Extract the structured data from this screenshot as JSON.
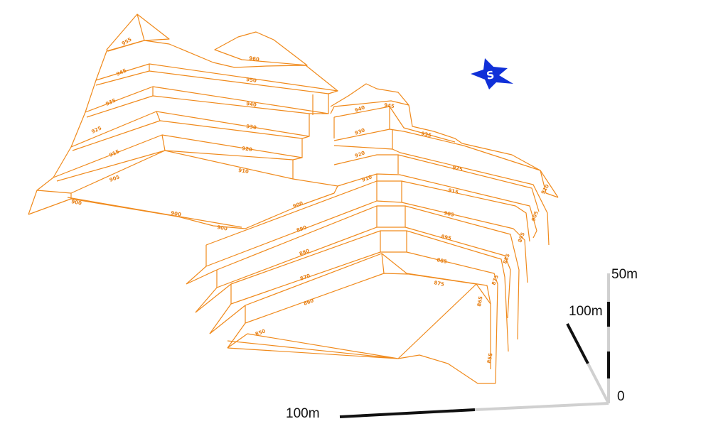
{
  "scale_bar": {
    "x_label": "100m",
    "y_label": "100m",
    "z_label": "50m",
    "origin_label": "0"
  },
  "compass": {
    "letter": "S",
    "icon": "north-arrow-icon",
    "color": "#1030d8"
  },
  "pit_color": "#f08a1c"
}
